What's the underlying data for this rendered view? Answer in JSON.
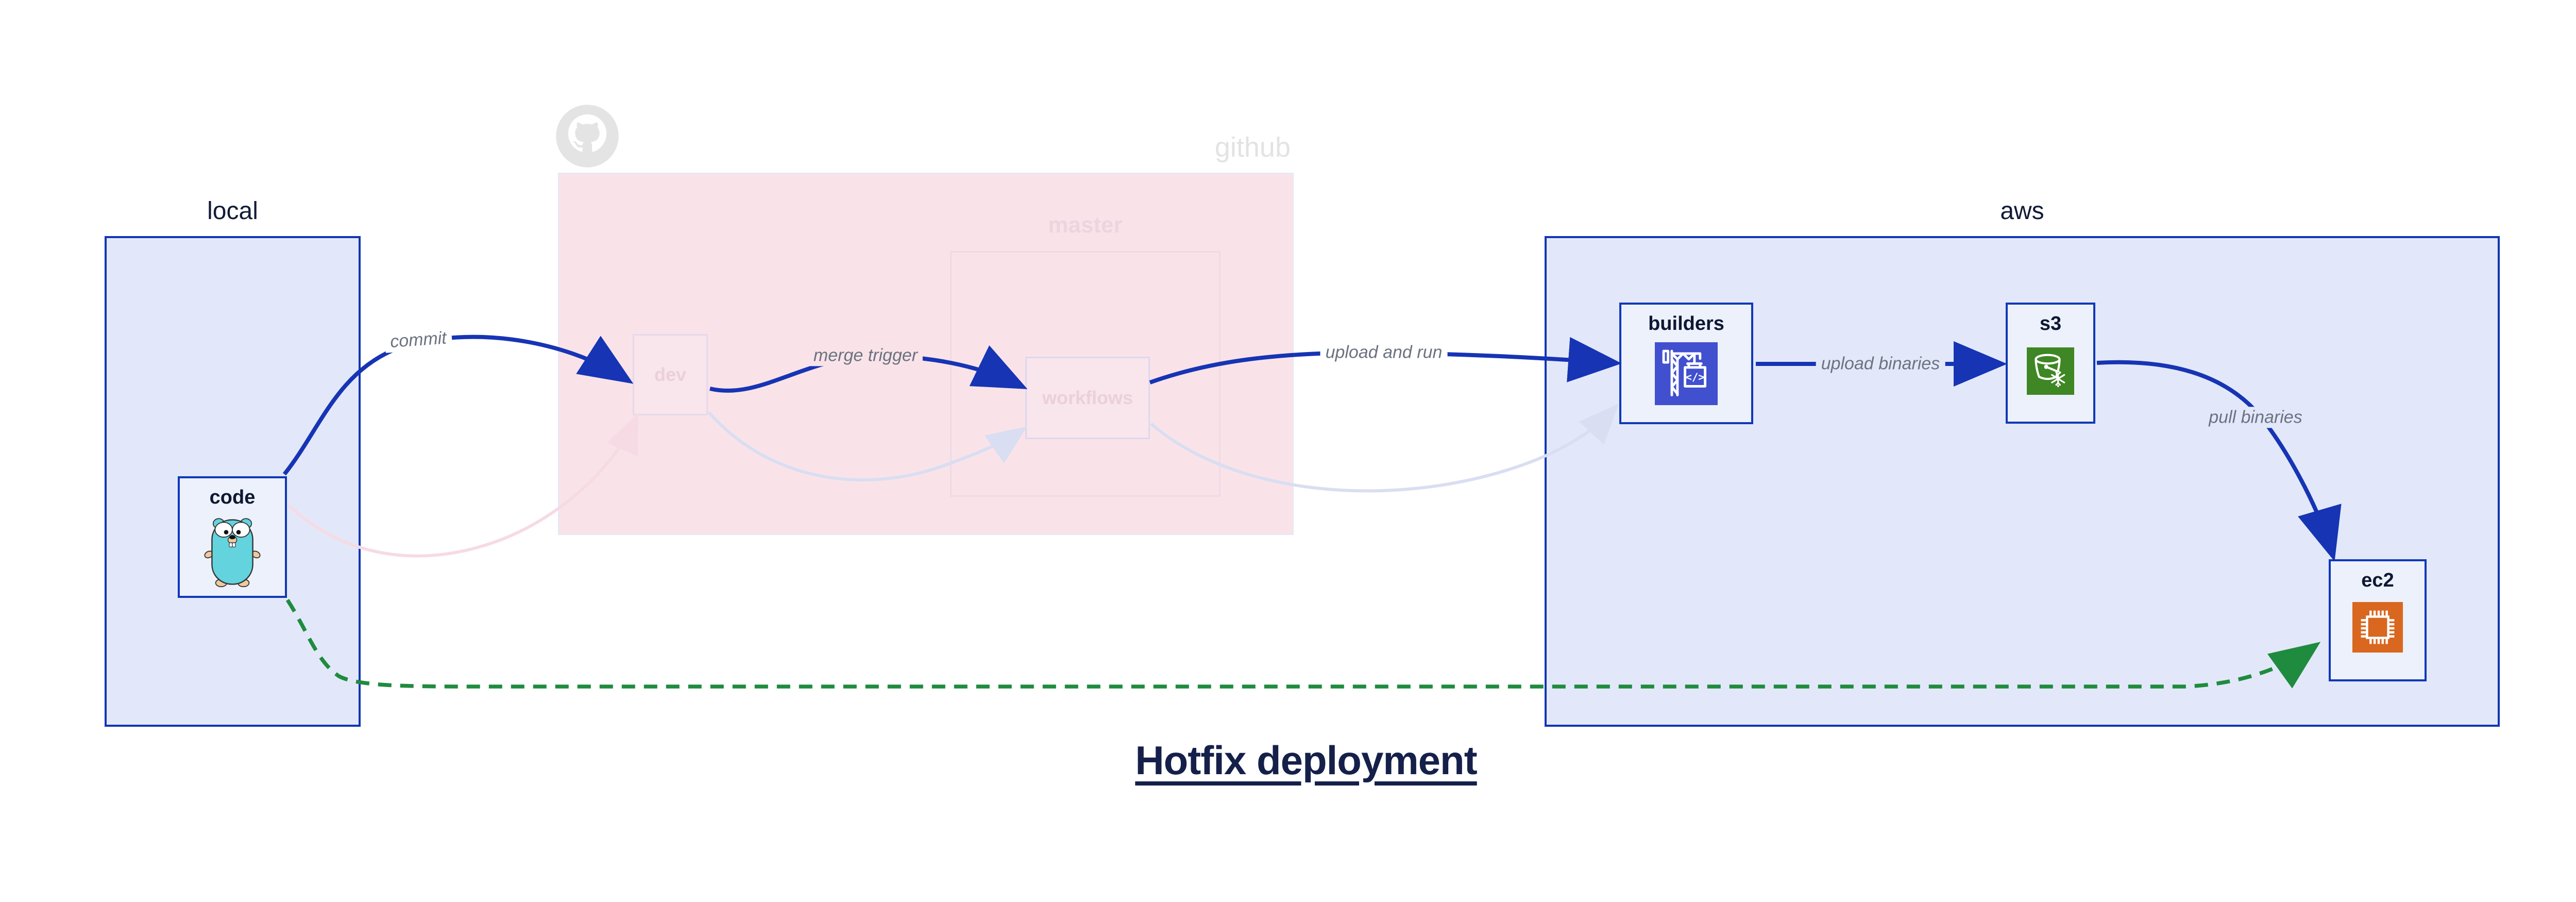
{
  "title": {
    "text": "Hotfix deployment"
  },
  "groups": {
    "local": {
      "label": "local"
    },
    "github": {
      "label": "github",
      "master_label": "master"
    },
    "aws": {
      "label": "aws"
    }
  },
  "nodes": {
    "code": {
      "label": "code",
      "icon": "go-gopher-icon"
    },
    "dev": {
      "label": "dev"
    },
    "workflows": {
      "label": "workflows"
    },
    "builders": {
      "label": "builders",
      "icon": "crane-build-icon"
    },
    "s3": {
      "label": "s3",
      "icon": "s3-bucket-icon"
    },
    "ec2": {
      "label": "ec2",
      "icon": "cpu-chip-icon"
    }
  },
  "edges": {
    "commit": {
      "label": "commit",
      "from": "code",
      "to": "dev",
      "style": "solid-blue"
    },
    "merge_trigger": {
      "label": "merge trigger",
      "from": "dev",
      "to": "workflows",
      "style": "solid-blue"
    },
    "upload_and_run": {
      "label": "upload and run",
      "from": "workflows",
      "to": "builders",
      "style": "solid-blue"
    },
    "upload_binaries": {
      "label": "upload binaries",
      "from": "builders",
      "to": "s3",
      "style": "solid-blue"
    },
    "pull_binaries": {
      "label": "pull binaries",
      "from": "s3",
      "to": "ec2",
      "style": "solid-blue"
    },
    "hotfix_path": {
      "label": "",
      "from": "code",
      "to": "ec2",
      "style": "dashed-green"
    },
    "faded_code_dev": {
      "label": "",
      "from": "code",
      "to": "dev",
      "style": "faded-pink"
    },
    "faded_dev_workflows": {
      "label": "",
      "from": "dev",
      "to": "workflows",
      "style": "faded-lavender"
    },
    "faded_workflows_builders": {
      "label": "",
      "from": "workflows",
      "to": "builders",
      "style": "faded-lavender"
    }
  },
  "colors": {
    "arrow_blue": "#1634b4",
    "arrow_green": "#1f8b3e",
    "arrow_faded_pink": "#f6dbe4",
    "arrow_faded_lavender": "#d9def2",
    "group_blue_fill": "#e2e8f9",
    "group_blue_border": "#1335b1",
    "github_pink_fill": "#f9e3e9",
    "node_fill": "#edf1fb",
    "builders_icon_bg": "#4150cf",
    "s3_icon_bg": "#3f8624",
    "ec2_icon_bg": "#d9671f",
    "edge_label_gray": "#6b7280",
    "title_navy": "#15204a",
    "faded_text": "#ebd0da",
    "github_logo_gray": "#e4e4e4"
  }
}
